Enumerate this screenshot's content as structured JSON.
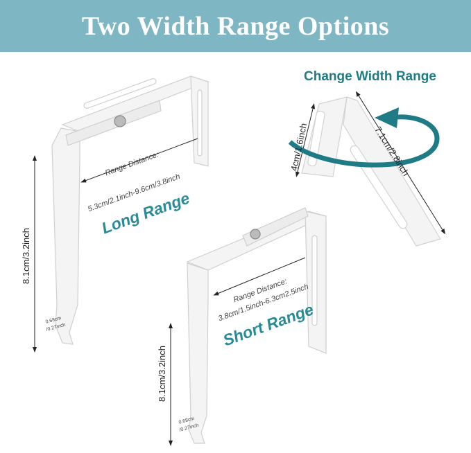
{
  "title": "Two Width Range Options",
  "change_label": "Change Width Range",
  "long": {
    "distance_label": "Range Distance:",
    "distance_value": "5.3cm/2.1inch-9.6cm/3.8inch",
    "name": "Long Range",
    "height": "8.1cm/3.2inch",
    "hook_cm": "0.68cm",
    "hook_in": "/0.27inch"
  },
  "short": {
    "distance_label": "Range Distance:",
    "distance_value": "3.8cm/1.5inch-6.3cm2.5inch",
    "name": "Short Range",
    "height": "8.1cm/3.2inch",
    "hook_cm": "0.68cm",
    "hook_in": "/0.27inch"
  },
  "adjust": {
    "short_arm": "4cm/1.6inch",
    "long_arm": "7.1cm/2.8inch"
  },
  "colors": {
    "banner": "#7fb6c3",
    "accent": "#1f7c87"
  }
}
